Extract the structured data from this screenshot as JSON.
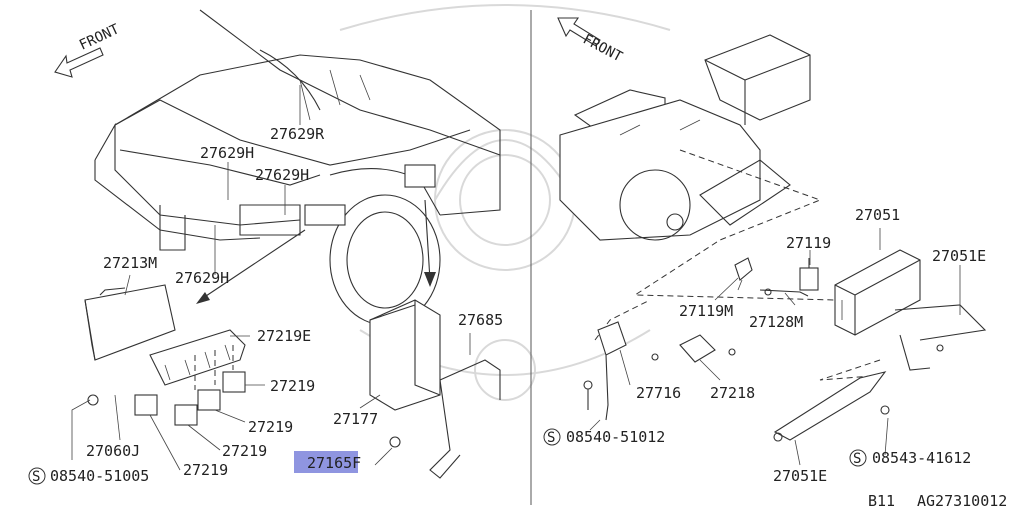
{
  "left_panel": {
    "front_label": "FRONT",
    "parts": {
      "p27629R": "27629R",
      "p27629H_a": "27629H",
      "p27629H_b": "27629H",
      "p27629H_c": "27629H",
      "p27213M": "27213M",
      "p27219E": "27219E",
      "p27219_a": "27219",
      "p27219_b": "27219",
      "p27219_c": "27219",
      "p27219_d": "27219",
      "p27060J": "27060J",
      "p08540_51005": "08540-51005",
      "p27685": "27685",
      "p27177": "27177",
      "p27165F": "27165F"
    }
  },
  "right_panel": {
    "front_label": "FRONT",
    "parts": {
      "p27051": "27051",
      "p27051E_a": "27051E",
      "p27051E_b": "27051E",
      "p27119": "27119",
      "p27119M": "27119M",
      "p27128M": "27128M",
      "p27716": "27716",
      "p27218": "27218",
      "p08540_51012": "08540-51012",
      "p08543_41612": "08543-41612"
    }
  },
  "footer": {
    "code_left": "B11",
    "code_right": "AG27310012"
  },
  "symbols": {
    "screw_marker": "S"
  },
  "colors": {
    "highlight": "#8f95e0",
    "line": "#333333"
  }
}
